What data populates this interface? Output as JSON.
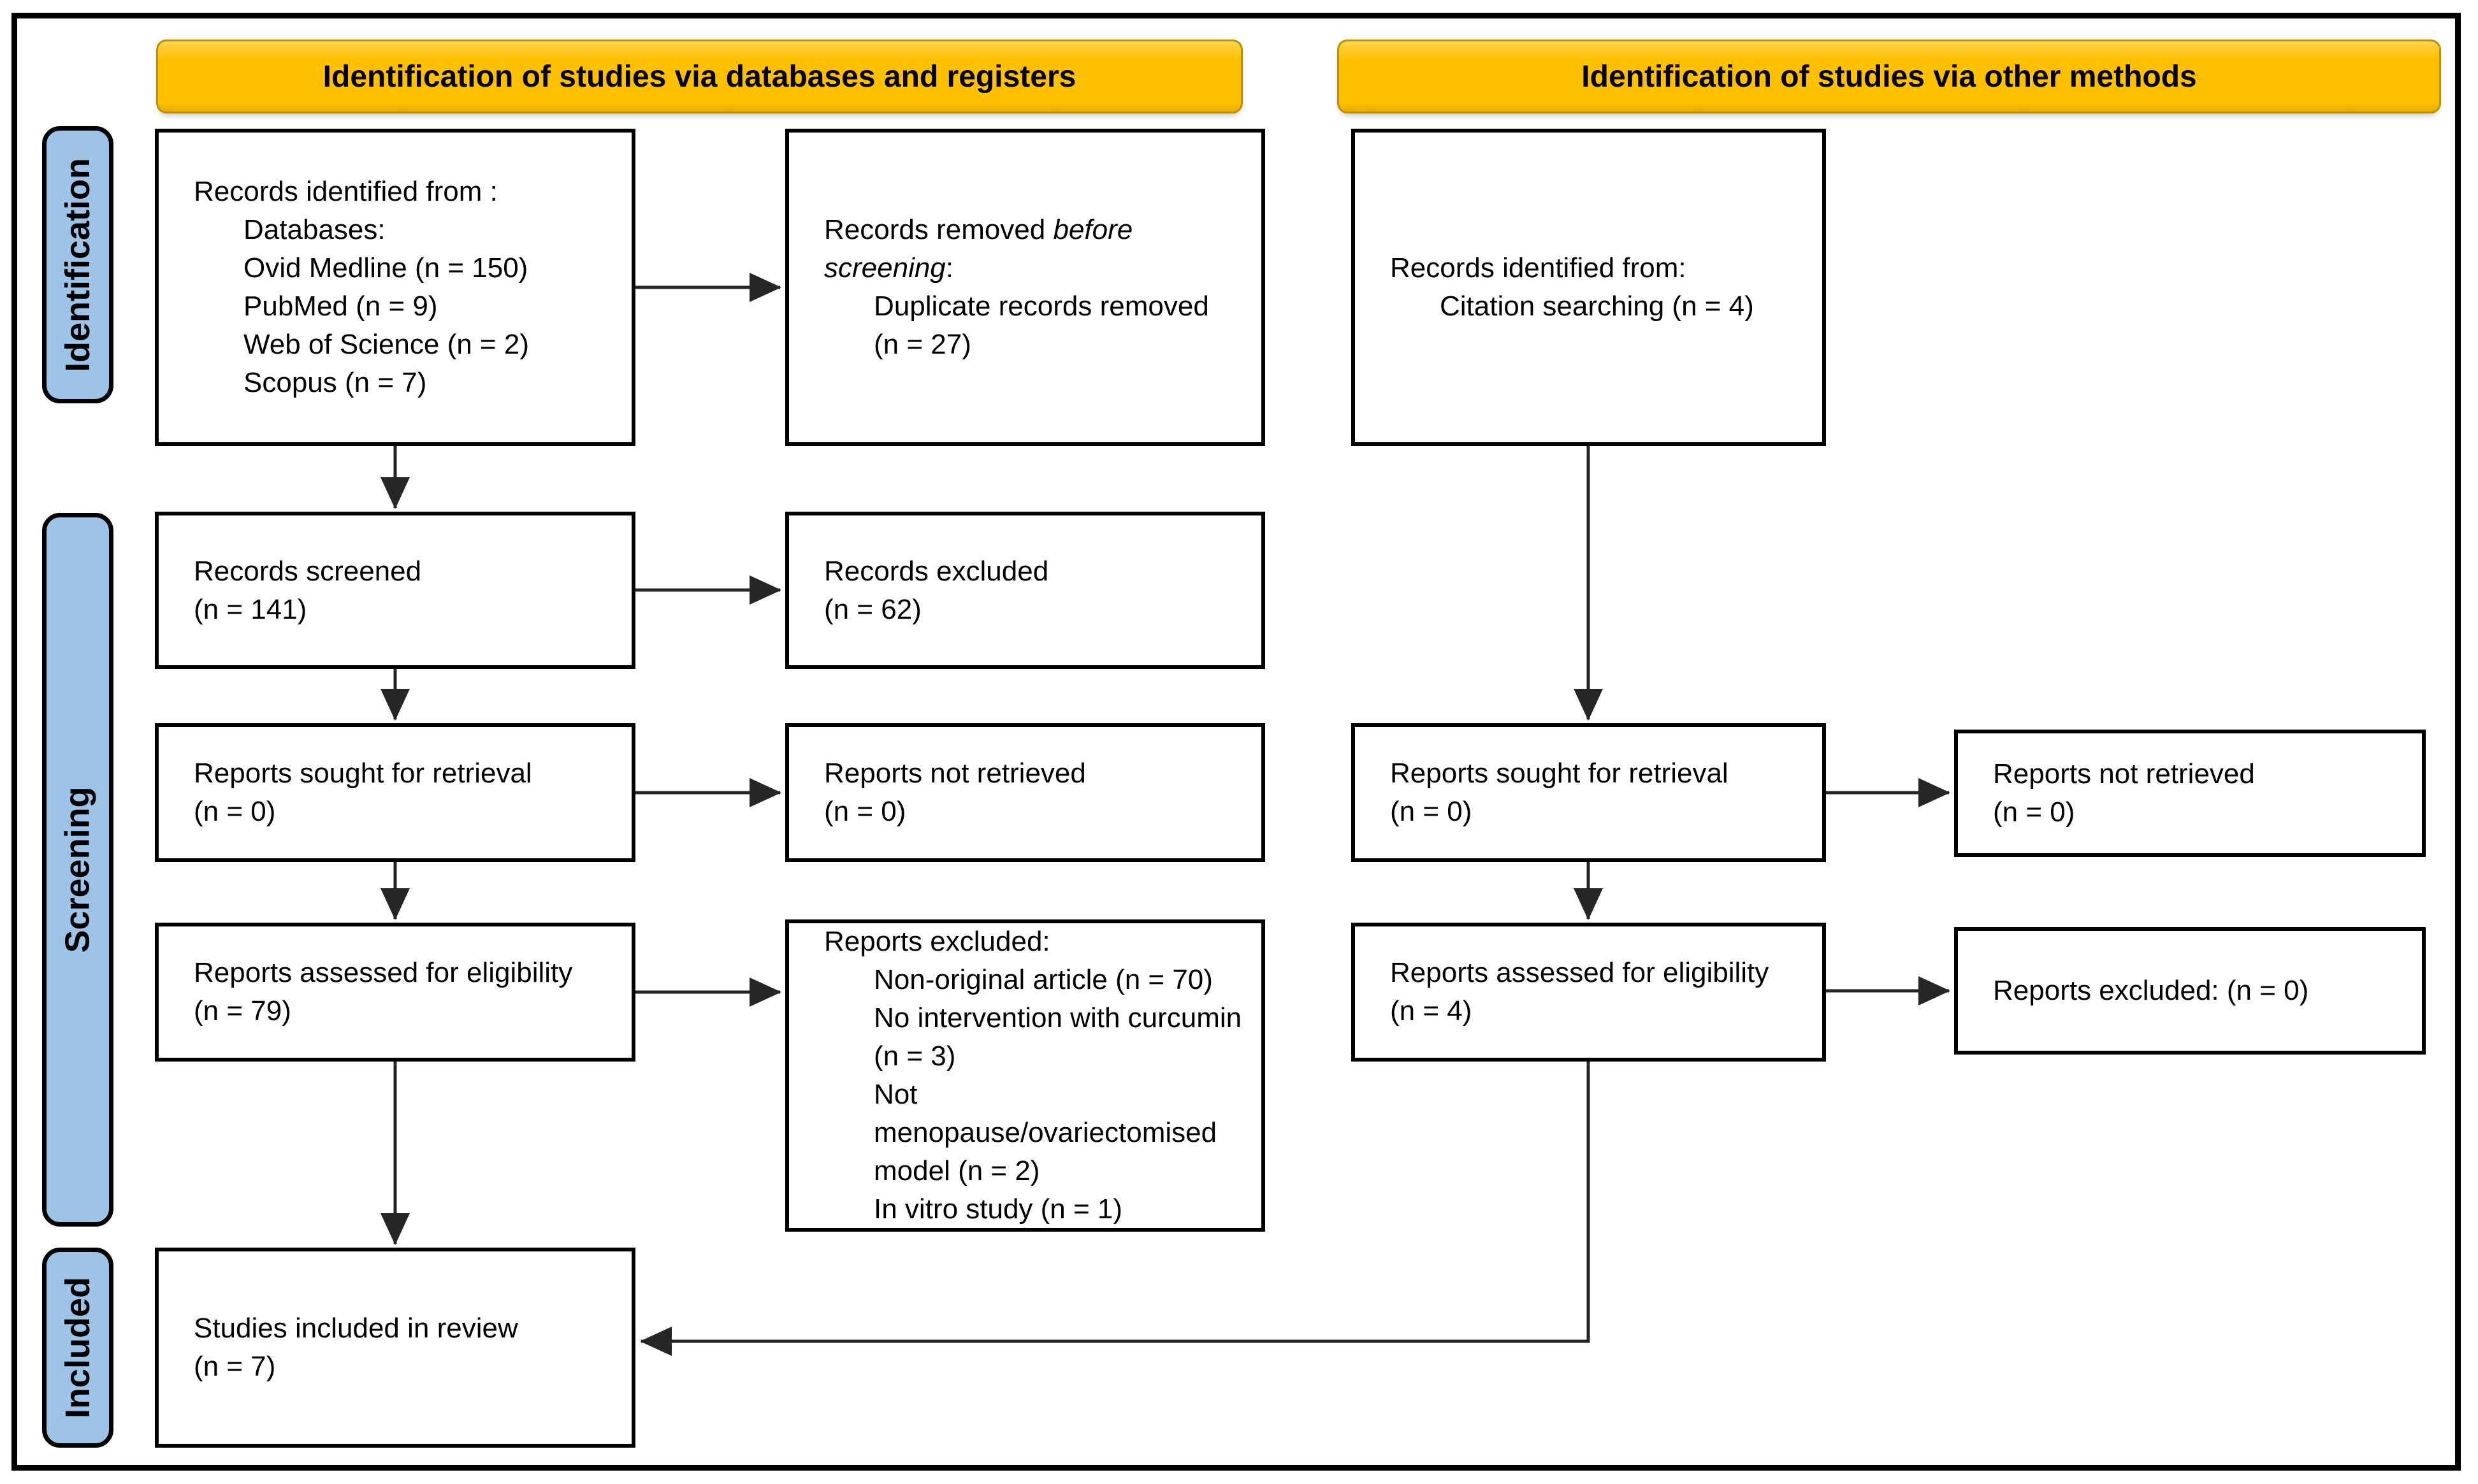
{
  "headers": {
    "left": {
      "label": "Identification of studies via databases and registers"
    },
    "right": {
      "label": "Identification of studies via other methods"
    }
  },
  "sidebar": [
    {
      "label": "Identification"
    },
    {
      "label": "Screening"
    },
    {
      "label": "Included"
    }
  ],
  "boxes": {
    "records_identified": {
      "lines": [
        {
          "t": "Records identified from :"
        },
        {
          "t": "Databases:",
          "ind": 1
        },
        {
          "t": "Ovid Medline (n = 150)",
          "ind": 1
        },
        {
          "t": "PubMed (n = 9)",
          "ind": 1
        },
        {
          "t": "Web of Science (n = 2)",
          "ind": 1
        },
        {
          "t": "Scopus (n = 7)",
          "ind": 1
        }
      ]
    },
    "records_removed": {
      "lines": [
        {
          "pre": "Records removed ",
          "it": "before"
        },
        {
          "it": "screening",
          "post": ":"
        },
        {
          "t": "Duplicate records removed",
          "ind": 1
        },
        {
          "t": "(n = 27)",
          "ind": 1
        }
      ]
    },
    "citation_identified": {
      "lines": [
        {
          "t": "Records identified from:"
        },
        {
          "t": "Citation searching (n = 4)",
          "ind": 1
        }
      ]
    },
    "records_screened": {
      "lines": [
        {
          "t": "Records screened"
        },
        {
          "t": "(n = 141)"
        }
      ]
    },
    "records_excluded": {
      "lines": [
        {
          "t": "Records excluded"
        },
        {
          "t": "(n = 62)"
        }
      ]
    },
    "reports_sought_left": {
      "lines": [
        {
          "t": "Reports sought for retrieval"
        },
        {
          "t": "(n = 0)"
        }
      ]
    },
    "reports_not_retrieved_left": {
      "lines": [
        {
          "t": "Reports not retrieved"
        },
        {
          "t": "(n = 0)"
        }
      ]
    },
    "reports_assessed_left": {
      "lines": [
        {
          "t": "Reports assessed for eligibility"
        },
        {
          "t": "(n = 79)"
        }
      ]
    },
    "reports_excluded_big": {
      "lines": [
        {
          "t": "Reports excluded:"
        },
        {
          "t": "Non-original article (n = 70)",
          "ind": 1
        },
        {
          "t": "No intervention with curcumin",
          "ind": 1
        },
        {
          "t": "(n = 3)",
          "ind": 1
        },
        {
          "t": "Not",
          "ind": 1
        },
        {
          "t": "menopause/ovariectomised",
          "ind": 1
        },
        {
          "t": "model (n = 2)",
          "ind": 1
        },
        {
          "t": "In vitro study (n = 1)",
          "ind": 1
        }
      ]
    },
    "reports_sought_right": {
      "lines": [
        {
          "t": "Reports sought for retrieval"
        },
        {
          "t": "(n = 0)"
        }
      ]
    },
    "reports_not_retrieved_right": {
      "lines": [
        {
          "t": "Reports not retrieved"
        },
        {
          "t": "(n = 0)"
        }
      ]
    },
    "reports_assessed_right": {
      "lines": [
        {
          "t": "Reports assessed for eligibility"
        },
        {
          "t": "(n = 4)"
        }
      ]
    },
    "reports_excluded_right": {
      "lines": [
        {
          "t": "Reports excluded: (n = 0)"
        }
      ]
    },
    "studies_included": {
      "lines": [
        {
          "t": "Studies included in review"
        },
        {
          "t": "(n = 7)"
        }
      ]
    }
  },
  "colors": {
    "header_bg": "#FFC000",
    "header_border": "#BF9000",
    "sidebar_bg": "#9DC3E6",
    "arrow": "#262626",
    "box_border": "#000000",
    "background": "#FFFFFF"
  }
}
